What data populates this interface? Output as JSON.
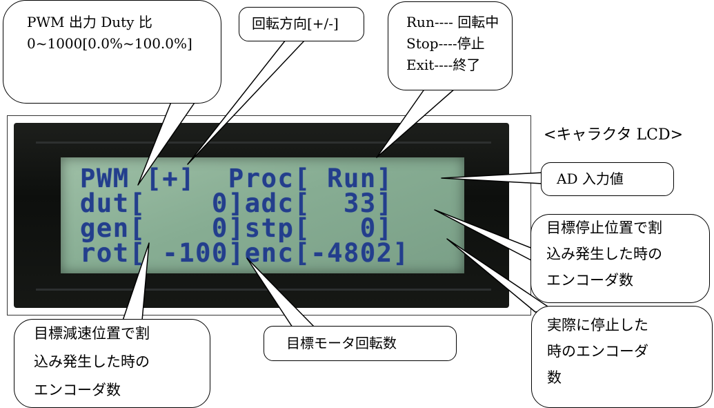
{
  "lcd": {
    "caption": "<キャラクタ LCD>",
    "lines": [
      "PWM [+]  Proc[ Run]",
      "dut[    0]adc[  33]",
      "gen[    0]stp[   0]",
      "rot[ -100]enc[-4802]"
    ],
    "colors": {
      "text": "#233e8c",
      "screen": "#8fb59b",
      "module": "#141614"
    }
  },
  "balloons": {
    "pwm_duty": [
      "PWM 出力 Duty 比",
      "0~1000[0.0%~100.0%]"
    ],
    "direction": [
      "回転方向[+/-]"
    ],
    "proc_state": [
      "Run---- 回転中",
      "Stop----停止",
      "Exit----終了"
    ],
    "adc_value": [
      "AD 入力値"
    ],
    "stop_interrupt_count": [
      "目標停止位置で割",
      "込み発生した時の",
      "エンコーダ数"
    ],
    "actual_stop_count": [
      "実際に停止した",
      "時のエンコーダ",
      "数"
    ],
    "target_rotation": [
      "目標モータ回転数"
    ],
    "decel_interrupt_count": [
      "目標減速位置で割",
      "込み発生した時の",
      "エンコーダ数"
    ]
  }
}
